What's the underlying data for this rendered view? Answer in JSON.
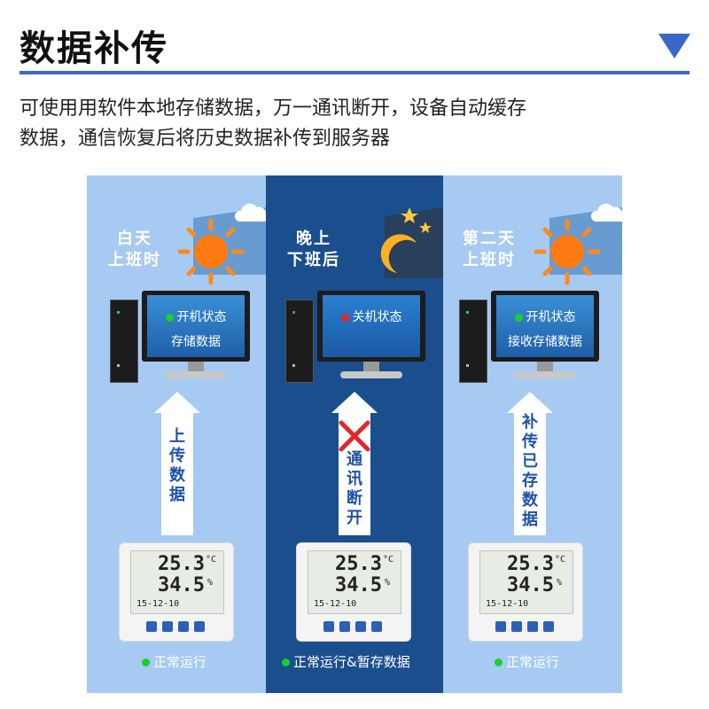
{
  "header": {
    "title": "数据补传",
    "description_line1": "可使用用软件本地存储数据，万一通讯断开，设备自动缓存",
    "description_line2": "数据，通信恢复后将历史数据补传到服务器"
  },
  "colors": {
    "accent": "#3a67c8",
    "panel_light": "#a7caf3",
    "panel_dark": "#1b4e8c",
    "status_green": "#18d02a",
    "status_red": "#e0282e"
  },
  "panels": [
    {
      "title_line1": "白天",
      "title_line2": "上班时",
      "sky_icon": "sun-icon",
      "screen_line1": "开机状态",
      "screen_line2": "存储数据",
      "screen_status": "on",
      "arrow_label": [
        "上",
        "传",
        "数",
        "据"
      ],
      "device": {
        "temp": "25.3",
        "temp_unit": "°C",
        "hum": "34.5",
        "hum_unit": "%",
        "date": "15-12-10"
      },
      "status_label": "正常运行"
    },
    {
      "title_line1": "晚上",
      "title_line2": "下班后",
      "sky_icon": "moon-icon",
      "screen_line1": "关机状态",
      "screen_status": "off",
      "arrow_label": [
        "通",
        "讯",
        "断",
        "开"
      ],
      "device": {
        "temp": "25.3",
        "temp_unit": "°C",
        "hum": "34.5",
        "hum_unit": "%",
        "date": "15-12-10"
      },
      "status_label": "正常运行&暂存数据"
    },
    {
      "title_line1": "第二天",
      "title_line2": "上班时",
      "sky_icon": "sun-icon",
      "screen_line1": "开机状态",
      "screen_line2": "接收存储数据",
      "screen_status": "on",
      "arrow_label": [
        "补",
        "传",
        "已",
        "存",
        "数",
        "据"
      ],
      "device": {
        "temp": "25.3",
        "temp_unit": "°C",
        "hum": "34.5",
        "hum_unit": "%",
        "date": "15-12-10"
      },
      "status_label": "正常运行"
    }
  ]
}
